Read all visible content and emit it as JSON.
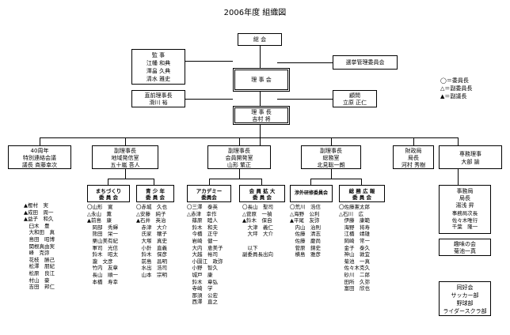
{
  "title": "2006年度 組織図",
  "general_meeting": "総 会",
  "auditors": {
    "title": "監 事",
    "members": [
      "江幡 和典",
      "澤畠 久典",
      "清水 雅史"
    ]
  },
  "election_committee": "選挙管理委員会",
  "board": "理 事 会",
  "former_chair": {
    "title": "直前理事長",
    "name": "滑川 裕"
  },
  "advisor": {
    "title": "顧問",
    "name": "立原 正仁"
  },
  "chair": {
    "title": "理 事 長",
    "name": "吉村 将"
  },
  "legend": [
    "◯＝委員長",
    "△＝副委員長",
    "▲＝副議長"
  ],
  "divisions": [
    {
      "lines": [
        "40周年",
        "特別連絡会議",
        "議長 斉藤幸次"
      ]
    },
    {
      "lines": [
        "副理事長",
        "地域発信室",
        "五十嵐 吾人"
      ]
    },
    {
      "lines": [
        "副理事長",
        "会員開発室",
        "山形 繁正"
      ]
    },
    {
      "lines": [
        "副理事長",
        "総務室",
        "北見聡一朗"
      ]
    },
    {
      "lines": [
        "財政局",
        "局長",
        "河村 秀樹"
      ]
    },
    {
      "lines": [
        "専務理事",
        "大部 諭"
      ]
    }
  ],
  "special_members": "▲樫村　実\n▲成田　周一\n▲益子　和久\n　臼木　豊\n　大和田　真\n　島田　昭博\n　関根真由実\n　峰　克弥\n　花枝　勝己\n　松澤　朋紀\n　松原　良江\n　村山　豪\n　吉田　邦仁",
  "committees": [
    {
      "name": "まちづくり\n委 員 会",
      "members": "〇山形　寛\n△永山　薫\n▲前島　康\n　岡部　秀輝\n　熊田　栄一\n　栗山美有紀\n　軍司　光信\n　鈴木　昭太\n　瀧　文彦\n　竹内　友章\n　長山　順一\n　本橋　寿幸"
    },
    {
      "name": "青 少 年\n委 員 会",
      "members": "〇赤城　久也\n△安藤　純子\n▲石井　英治\n　赤津　大介\n　氏家　穣子\n　大塚　真史\n　小針　直義\n　鈴木　保彦\n　前島　昌明\n　水出　浩司\n　山本　宗明"
    },
    {
      "name": "アカデミー\n委員会",
      "members": "〇三澤　泰英\n△赤津　幸作\n　篠原　睦人\n　鈴木　和夫\n　今橋　正守\n　岩崎　健一\n　大内　恵美子\n　大越　裕司\n　小園江　政弥\n　小野　智久\n　城戸　康\n　鈴木　章弘\n　寺崎　学\n　那須　公宏\n　西澤　直之"
    },
    {
      "name": "会 員 拡 大\n委 員 会",
      "members": "〇長山　聖司\n△菅原　一禎\n▲鈴木　保自\n　大津　義仁\n　大坪　大介\n\n　以下\n副委員長出向"
    },
    {
      "name": "渉外研修委員会",
      "members": "〇荒川　浩信\n△海野　公利\n▲平尾　友弥\n　内山　治則\n　佐藤　清志\n　佐藤　慶尚\n　菅原　錦史\n　横島　雅彦"
    },
    {
      "name": "総 務 広 報\n委 員 会",
      "members": "〇佐藤憲太郎\n△石川　広\n　伊藤　康範\n　海野　将寿\n　江橋　靖雄\n　岡崎　常一\n　金子　泰久\n　神山　敦宜\n　菊池　一真\n　佐々木克久\n　砂川　二郎\n　田所　久弥\n　富田　欣也"
    }
  ],
  "secretariat": {
    "lines": [
      "事務局",
      "局長",
      "湯浅 昇"
    ],
    "members": "事務局次長\n佐々木唯行\n千葉　隆一"
  },
  "hobby": {
    "lines": [
      "趣味の会",
      "菊池一真"
    ]
  },
  "clubs": {
    "lines": [
      "同好会",
      "サッカー部",
      "野球部",
      "ライダースクラ部"
    ]
  }
}
